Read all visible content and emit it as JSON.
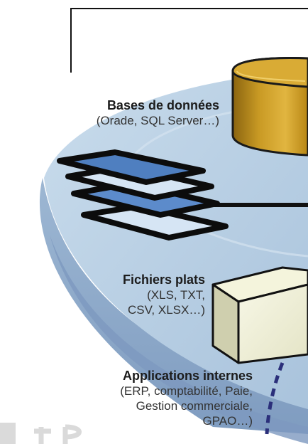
{
  "sources": {
    "databases": {
      "title": "Bases de données",
      "detail": "(Orade, SQL Server…)"
    },
    "flat_files": {
      "title": "Fichiers plats",
      "detail_lines": [
        "(XLS, TXT,",
        "CSV, XLSX…)"
      ]
    },
    "internal_apps": {
      "title": "Applications internes",
      "detail_lines": [
        "(ERP, comptabilité, Paie,",
        "Gestion commerciale,",
        "GPAO…)"
      ]
    }
  },
  "colors": {
    "disc_top": "#b8cfe3",
    "disc_edge": "#8eaacb",
    "cylinder": "#c9971f",
    "layer_dark": "#4f7fc0",
    "layer_light": "#d6e5f4",
    "cube_face": "#efefd6",
    "cube_side": "#c9c9a8",
    "connector_dash": "#2b2f7a"
  },
  "icons": [
    "database-cylinder-icon",
    "flat-file-stack-icon",
    "application-cube-icon"
  ]
}
